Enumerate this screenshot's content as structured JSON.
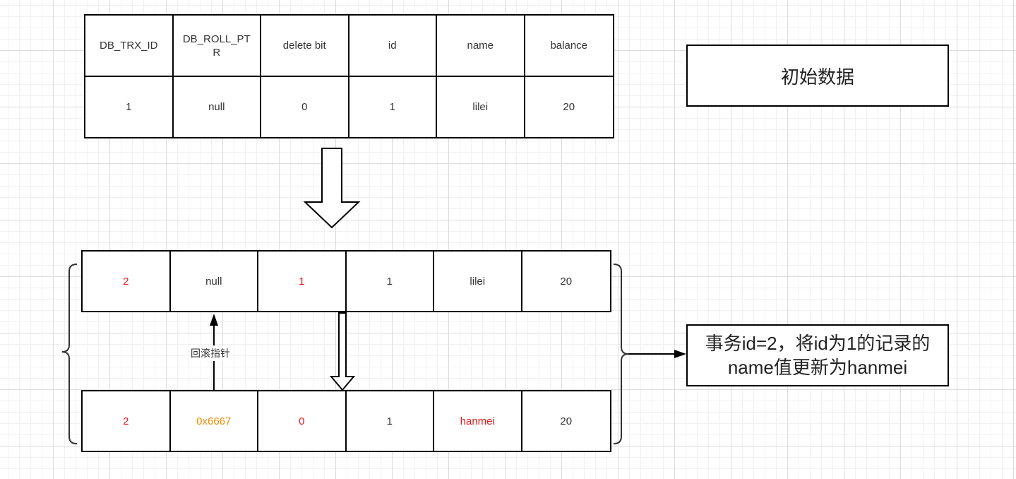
{
  "top_table": {
    "headers": [
      "DB_TRX_ID",
      "DB_ROLL_PTR",
      "delete bit",
      "id",
      "name",
      "balance"
    ],
    "values": [
      "1",
      "null",
      "0",
      "1",
      "lilei",
      "20"
    ]
  },
  "row_old": [
    "2",
    "null",
    "1",
    "1",
    "lilei",
    "20"
  ],
  "row_new": [
    "2",
    "0x6667",
    "0",
    "1",
    "hanmei",
    "20"
  ],
  "notes": {
    "initial": "初始数据",
    "transaction": "事务id=2，将id为1的记录的name值更新为hanmei"
  },
  "rollback_label": "回滚指针",
  "colors": {
    "changed": "#e31a1c",
    "pointer": "#f08c00"
  }
}
